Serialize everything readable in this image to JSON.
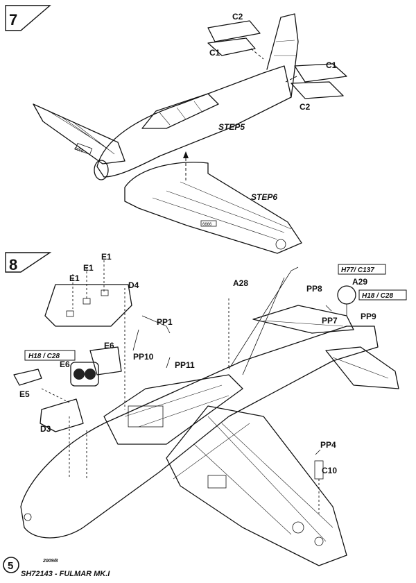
{
  "steps": {
    "step7": {
      "number": "7",
      "label_step5": "STEP5",
      "label_step6": "STEP6"
    },
    "step8": {
      "number": "8"
    }
  },
  "parts": {
    "c2_top": "C2",
    "c1_top": "C1",
    "c1_right": "C1",
    "c2_right": "C2",
    "e1_a": "E1",
    "e1_b": "E1",
    "e1_c": "E1",
    "d4": "D4",
    "pp1": "PP1",
    "e6_a": "E6",
    "e6_b": "E6",
    "pp10": "PP10",
    "pp11": "PP11",
    "a28": "A28",
    "pp8": "PP8",
    "a29": "A29",
    "pp7": "PP7",
    "pp9": "PP9",
    "e5": "E5",
    "d3": "D3",
    "pp4": "PP4",
    "c10": "C10"
  },
  "paint_boxes": {
    "h18_c28_left": "H18 / C28",
    "h77_c137": "H77/ C137",
    "h18_c28_right": "H18 / C28"
  },
  "fuselage_code": "6666",
  "footer": {
    "page_number": "5",
    "year": "2009/8",
    "title": "SH72143 - FULMAR MK.I"
  }
}
